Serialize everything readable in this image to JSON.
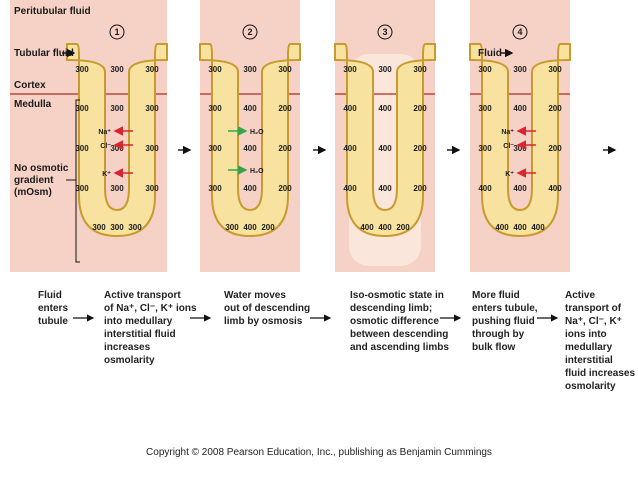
{
  "labels": {
    "peritubular_fluid": "Peritubular fluid",
    "tubular_fluid": "Tubular fluid",
    "cortex": "Cortex",
    "medulla": "Medulla",
    "no_osmotic_gradient": "No osmotic\ngradient\n(mOsm)",
    "fluid": "Fluid"
  },
  "panels": [
    {
      "step": "1",
      "values": [
        [
          "300",
          "300",
          "300"
        ],
        [
          "300",
          "300",
          "300"
        ],
        [
          "300",
          "300",
          "300"
        ],
        [
          "300",
          "300",
          "300"
        ],
        [
          "300",
          "300",
          "300"
        ]
      ],
      "annotations": [
        {
          "text": "Na⁺",
          "arrow": "left",
          "color": "red"
        },
        {
          "text": "Cl⁻",
          "arrow": "left",
          "color": "red"
        },
        {
          "text": "K⁺",
          "arrow": "left",
          "color": "red"
        }
      ]
    },
    {
      "step": "2",
      "values": [
        [
          "300",
          "300",
          "300"
        ],
        [
          "300",
          "400",
          "200"
        ],
        [
          "300",
          "400",
          "200"
        ],
        [
          "300",
          "400",
          "200"
        ],
        [
          "300",
          "400",
          "200"
        ]
      ],
      "annotations": [
        {
          "text": "H₂O",
          "arrow": "right",
          "color": "green"
        },
        {
          "text": "H₂O",
          "arrow": "right",
          "color": "green"
        }
      ]
    },
    {
      "step": "3",
      "values": [
        [
          "300",
          "300",
          "300"
        ],
        [
          "400",
          "400",
          "200"
        ],
        [
          "400",
          "400",
          "200"
        ],
        [
          "400",
          "400",
          "200"
        ],
        [
          "400",
          "400",
          "200"
        ]
      ],
      "annotations": []
    },
    {
      "step": "4",
      "values": [
        [
          "300",
          "300",
          "300"
        ],
        [
          "300",
          "400",
          "200"
        ],
        [
          "300",
          "300",
          "200"
        ],
        [
          "400",
          "400",
          "400"
        ],
        [
          "400",
          "400",
          "400"
        ]
      ],
      "annotations": [
        {
          "text": "Na⁺",
          "arrow": "left",
          "color": "red"
        },
        {
          "text": "Cl⁻",
          "arrow": "left",
          "color": "red"
        },
        {
          "text": "K⁺",
          "arrow": "left",
          "color": "red"
        }
      ]
    }
  ],
  "captions": [
    "Fluid\nenters\ntubule",
    "Active transport\nof Na⁺, Cl⁻, K⁺ ions\ninto medullary\ninterstitial fluid\nincreases\nosmolarity",
    "Water moves\nout of descending\nlimb by osmosis",
    "Iso-osmotic state in\ndescending limb;\nosmotic difference\nbetween descending\nand ascending limbs",
    "More fluid\nenters tubule,\npushing fluid\nthrough by\nbulk flow",
    "Active\ntransport of\nNa⁺, Cl⁻, K⁺\nions into\nmedullary\ninterstitial\nfluid increases\nosmolarity"
  ],
  "copyright": "Copyright © 2008 Pearson Education, Inc., publishing as Benjamin Cummings",
  "colors": {
    "panel_bg": "#f6d2c6",
    "panel_bg_light": "#fbe6dc",
    "cortex_line": "#b9473f",
    "tube_fill": "#f7e2a0",
    "tube_border": "#c99a2e",
    "red_arrow": "#d9252f",
    "green_arrow": "#3aa34a"
  }
}
